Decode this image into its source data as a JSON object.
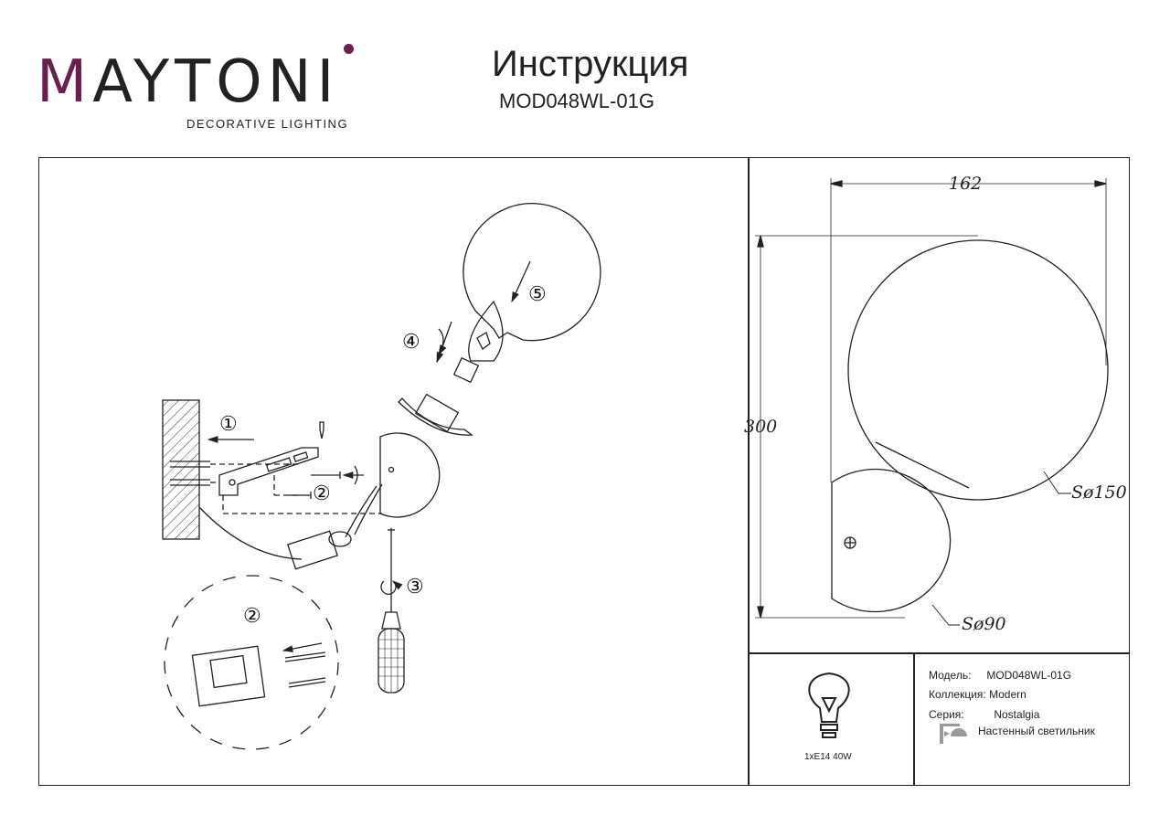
{
  "brand": {
    "wordmark_m": "M",
    "wordmark_rest": "AYTONI",
    "tagline": "DECORATIVE LIGHTING"
  },
  "header": {
    "title": "Инструкция",
    "model_code": "MOD048WL-01G"
  },
  "dimensions": {
    "width": "162",
    "height": "300",
    "large_sphere": "Sø150",
    "small_sphere": "Sø90"
  },
  "steps": [
    "①",
    "②",
    "③",
    "④",
    "⑤"
  ],
  "bulb": {
    "icon": "bulb-icon",
    "spec": "1xE14 40W"
  },
  "product_info": {
    "model_label": "Модель:",
    "model_value": "MOD048WL-01G",
    "collection_label": "Коллекция:",
    "collection_value": "Modern",
    "series_label": "Серия:",
    "series_value": "Nostalgia",
    "type_icon": "wall-lamp-icon",
    "type_value": "Настенный светильник"
  },
  "colors": {
    "brand_accent": "#6a1f4f",
    "line": "#222222"
  }
}
